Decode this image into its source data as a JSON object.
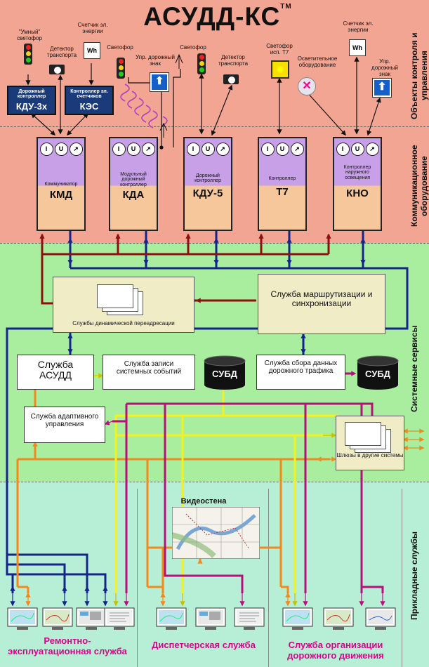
{
  "title": "АСУДД-КС",
  "title_mark": "ТМ",
  "sections": {
    "objects": "Объекты контроля и управления",
    "comm": "Коммуникационное оборудование",
    "system": "Системные сервисы",
    "app": "Прикладные службы"
  },
  "devices": {
    "smart_light": "\"Умный\" светофор",
    "energy_meter": "Счетчик эл. энергии",
    "traffic_light": "Светофор",
    "road_sign": "Упр. дорожный знак",
    "traffic_light2": "Светофор",
    "detector1": "Детектор транспорта",
    "detector2": "Детектор транспорта",
    "light_t7": "Светофор исп. Т7",
    "lighting": "Осветительное оборудование",
    "energy_meter2": "Счетчик эл. энергии",
    "road_sign2": "Упр. дорожный знак",
    "wh": "Wh",
    "wh2": "Wh"
  },
  "mini_ctrl": [
    {
      "name": "Дорожный контроллер",
      "code": "КДУ-3х"
    },
    {
      "name": "Контроллер эл. счетчиков",
      "code": "КЭС"
    }
  ],
  "meter_glyphs": {
    "i": "I",
    "u": "U",
    "a": "↗"
  },
  "controllers": [
    {
      "name": "Коммуникатор",
      "code": "КМД"
    },
    {
      "name": "Модульный дорожный контроллер",
      "code": "КДА"
    },
    {
      "name": "Дорожный контроллер",
      "code": "КДУ-5"
    },
    {
      "name": "Контроллер",
      "code": "Т7"
    },
    {
      "name": "Контроллер наружного освещения",
      "code": "КНО"
    }
  ],
  "services": {
    "routing": "Служба маршрутизации и синхронизации",
    "readdress": "Службы динамической переадресации",
    "asudd": "Служба АСУДД",
    "events": "Служба записи системных событий",
    "dbms1": "СУБД",
    "traffic": "Служба сбора данных дорожного трафика",
    "dbms2": "СУБД",
    "adaptive": "Служба адаптивного управления",
    "gateways": "Шлюзы в другие системы"
  },
  "videowall": "Видеостена",
  "groups": {
    "maintenance": "Ремонтно-эксплуатационная служба",
    "dispatch": "Диспетчерская служба",
    "traffic_org": "Служба организации дорожного движения"
  },
  "colors": {
    "top_band": "#f2a592",
    "sys_band": "#a8ee9e",
    "app_band": "#b7efd6",
    "navy": "#14248a",
    "darkred": "#8b1010",
    "orange": "#f08a1e",
    "yellow": "#f4f21a",
    "magenta": "#b4127a",
    "title_box": "#f0ecc6"
  }
}
